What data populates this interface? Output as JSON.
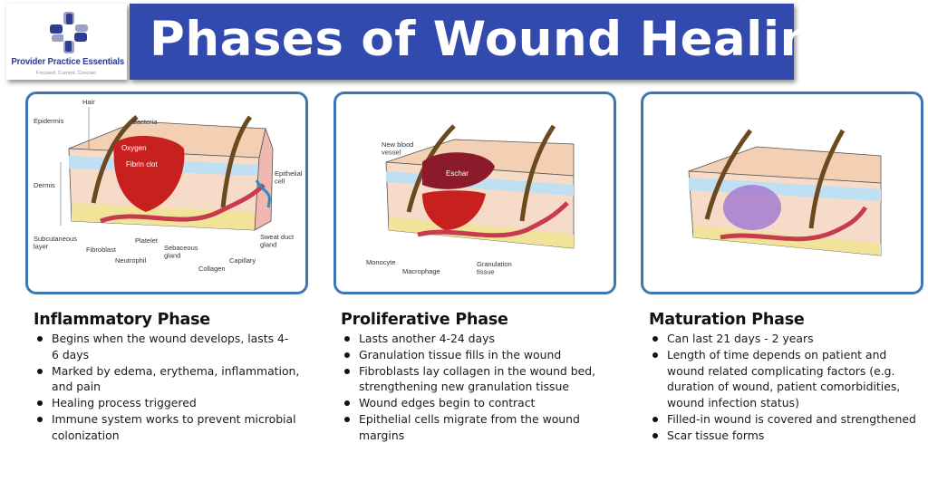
{
  "logo": {
    "name": "Provider Practice Essentials",
    "tagline": "Focused.  Current.  Concise.",
    "icon": "medical-cross-icon"
  },
  "header": {
    "title": "Phases of Wound Healing"
  },
  "colors": {
    "banner": "#3249ad",
    "panel_border": "#3d78b4",
    "logo_text": "#2d3d8f"
  },
  "diagrams": {
    "inflammatory": {
      "labels": {
        "hair": "Hair",
        "epidermis": "Epidermis",
        "bacteria": "Bacteria",
        "oxygen": "Oxygen",
        "fibrin_clot": "Fibrin clot",
        "dermis": "Dermis",
        "epithelial_cell": "Epithelial cell",
        "subcutaneous_layer": "Subcutaneous layer",
        "fibroblast": "Fibroblast",
        "platelet": "Platelet",
        "neutrophil": "Neutrophil",
        "sebaceous_gland": "Sebaceous gland",
        "collagen": "Collagen",
        "capillary": "Capillary",
        "sweat_duct_gland": "Sweat duct gland"
      }
    },
    "proliferative": {
      "labels": {
        "new_blood_vessel": "New blood vessel",
        "eschar": "Eschar",
        "monocyte": "Monocyte",
        "macrophage": "Macrophage",
        "granulation_tissue": "Granulation tissue"
      }
    },
    "maturation": {
      "labels": {}
    }
  },
  "phases": [
    {
      "title": "Inflammatory Phase",
      "bullets": [
        "Begins when the wound develops, lasts 4-6 days",
        "Marked by edema, erythema, inflammation, and pain",
        "Healing process triggered",
        "Immune system works to prevent microbial colonization"
      ]
    },
    {
      "title": "Proliferative Phase",
      "bullets": [
        "Lasts another 4-24 days",
        "Granulation tissue fills in the wound",
        "Fibroblasts lay collagen in the wound bed, strengthening new granulation tissue",
        "Wound edges begin to contract",
        "Epithelial cells migrate from the wound margins"
      ]
    },
    {
      "title": "Maturation Phase",
      "bullets": [
        "Can last 21 days - 2 years",
        "Length of time depends on patient and wound related complicating factors (e.g. duration of wound, patient comorbidities, wound infection status)",
        "Filled-in wound is covered and strengthened",
        "Scar tissue forms"
      ]
    }
  ]
}
